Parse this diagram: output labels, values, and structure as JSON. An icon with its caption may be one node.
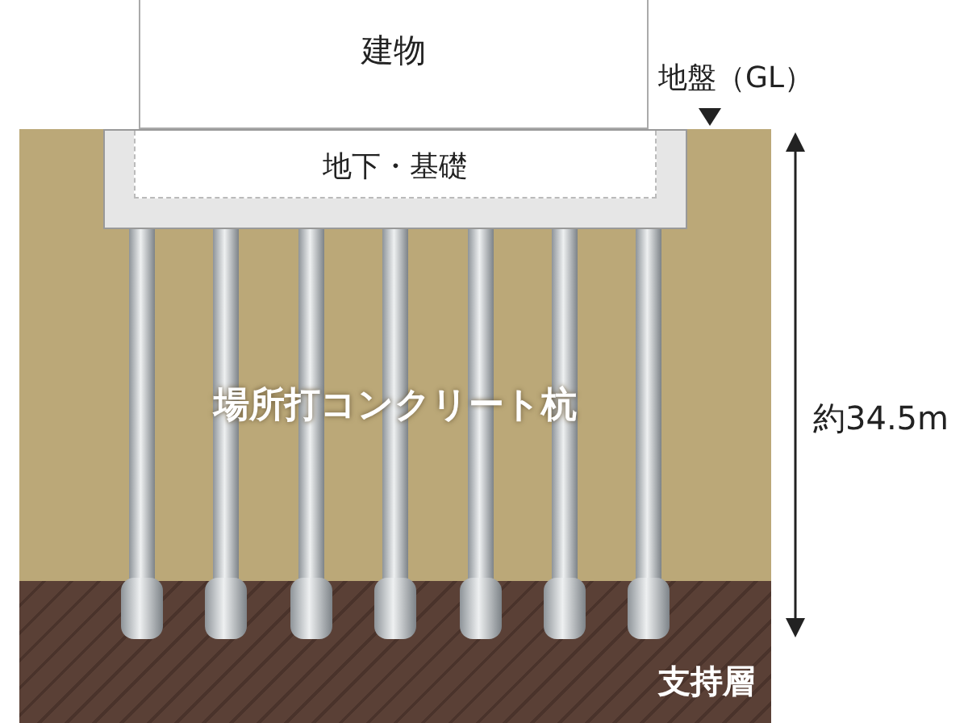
{
  "diagram": {
    "nodes": [
      {
        "text": [
          "建物"
        ]
      },
      {
        "text": [
          "地下・基礎"
        ]
      },
      {
        "text": [
          "支持層"
        ]
      }
    ],
    "labels": [
      "地盤（GL）",
      "場所打コンクリート杭",
      "約34.5m"
    ]
  }
}
